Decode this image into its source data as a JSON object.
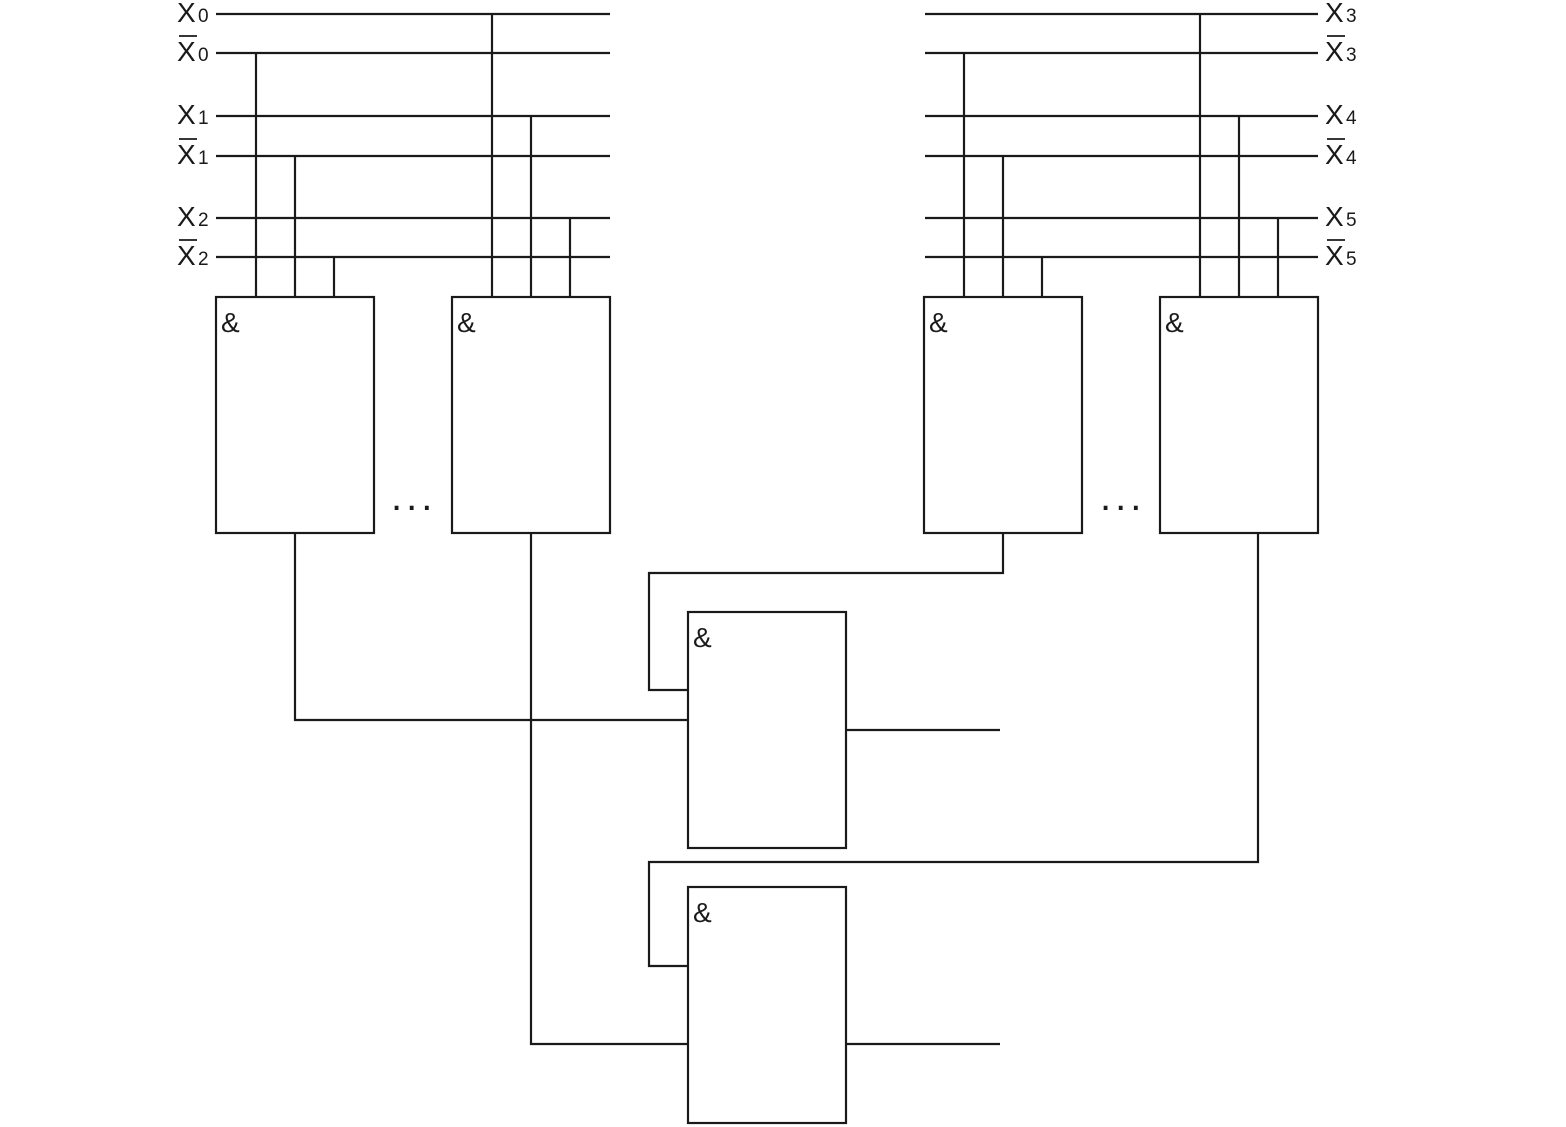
{
  "gate_symbol": "&",
  "ellipsis": "...",
  "inputs": {
    "x0": {
      "letter": "X",
      "index": "0",
      "negated": false
    },
    "nx0": {
      "letter": "X",
      "index": "0",
      "negated": true
    },
    "x1": {
      "letter": "X",
      "index": "1",
      "negated": false
    },
    "nx1": {
      "letter": "X",
      "index": "1",
      "negated": true
    },
    "x2": {
      "letter": "X",
      "index": "2",
      "negated": false
    },
    "nx2": {
      "letter": "X",
      "index": "2",
      "negated": true
    },
    "x3": {
      "letter": "X",
      "index": "3",
      "negated": false
    },
    "nx3": {
      "letter": "X",
      "index": "3",
      "negated": true
    },
    "x4": {
      "letter": "X",
      "index": "4",
      "negated": false
    },
    "nx4": {
      "letter": "X",
      "index": "4",
      "negated": true
    },
    "x5": {
      "letter": "X",
      "index": "5",
      "negated": false
    },
    "nx5": {
      "letter": "X",
      "index": "5",
      "negated": true
    }
  }
}
